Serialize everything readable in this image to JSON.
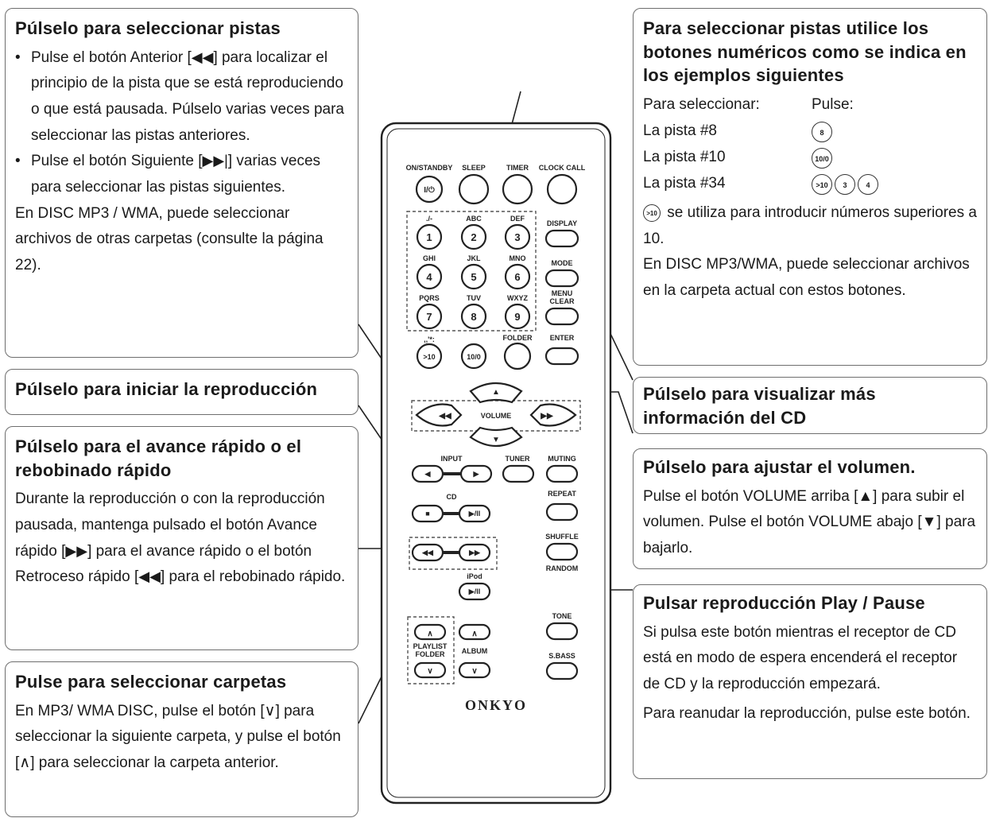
{
  "callouts": {
    "select_tracks": {
      "title": "Púlselo para seleccionar pistas",
      "bullet1_a": "Pulse el botón Anterior [",
      "bullet1_icon": "◀◀",
      "bullet1_b": "] para localizar el principio de la pista que se está reproduciendo o que está pausada. Púlselo varias veces para seleccionar las pistas anteriores.",
      "bullet2_a": "Pulse el botón Siguiente [",
      "bullet2_icon": "▶▶|",
      "bullet2_b": "] varias veces para seleccionar las pistas siguientes.",
      "note": "En DISC MP3 / WMA, puede seleccionar archivos de otras carpetas (consulte la página 22)."
    },
    "start_play": {
      "title": "Púlselo para iniciar la reproducción"
    },
    "fast_forward": {
      "title": "Púlselo para el avance rápido o el rebobinado rápido",
      "body_a": "Durante la reproducción o con la reproducción pausada, mantenga pulsado el botón Avance rápido [",
      "ff_icon": "▶▶",
      "body_b": "] para el avance rápido o el botón Retroceso rápido [",
      "rew_icon": "◀◀",
      "body_c": "] para el rebobinado rápido."
    },
    "select_folders": {
      "title": "Pulse para seleccionar carpetas",
      "body_a": "En MP3/ WMA DISC, pulse el botón [",
      "down_icon": "∨",
      "body_b": "] para seleccionar la siguiente carpeta, y pulse el botón [",
      "up_icon": "∧",
      "body_c": "] para seleccionar la carpeta anterior."
    },
    "numeric": {
      "title": "Para seleccionar pistas utilice los botones numéricos como se indica en los ejemplos siguientes",
      "col1_header": "Para seleccionar:",
      "col2_header": "Pulse:",
      "rows": [
        {
          "label": "La pista #8",
          "buttons": [
            "8"
          ]
        },
        {
          "label": "La pista #10",
          "buttons": [
            "10/0"
          ]
        },
        {
          "label": "La pista #34",
          "buttons": [
            ">10",
            "3",
            "4"
          ]
        }
      ],
      "note_icon": ">10",
      "note_a": "se utiliza para introducir números superiores a 10.",
      "note_b": "En DISC MP3/WMA, puede seleccionar archivos en la carpeta actual con estos botones."
    },
    "display": {
      "title": "Púlselo para visualizar más información del CD"
    },
    "volume": {
      "title": "Púlselo para ajustar el volumen.",
      "body_a": "Pulse el botón VOLUME arriba [",
      "up_icon": "▲",
      "body_b": "] para subir el volumen. Pulse el botón VOLUME abajo [",
      "down_icon": "▼",
      "body_c": "] para bajarlo."
    },
    "play_pause": {
      "title": "Pulsar reproducción Play / Pause",
      "body_a": "Si pulsa este botón mientras el receptor de CD está en modo de espera encenderá el receptor de CD y la reproducción empezará.",
      "body_b": "Para reanudar la reproducción, pulse este botón."
    }
  },
  "remote": {
    "brand": "ONKYO",
    "labels": {
      "on_standby": "ON/STANDBY",
      "sleep": "SLEEP",
      "timer": "TIMER",
      "clock_call": "CLOCK CALL",
      "power_symbol": "I/⏻",
      "abc": "ABC",
      "def": "DEF",
      "display": "DISPLAY",
      "ghi": "GHI",
      "jkl": "JKL",
      "mno": "MNO",
      "mode": "MODE",
      "pqrs": "PQRS",
      "tuv": "TUV",
      "wxyz": "WXYZ",
      "menu": "MENU",
      "clear": "CLEAR",
      "folder": "FOLDER",
      "enter": "ENTER",
      "volume": "VOLUME",
      "input": "INPUT",
      "tuner": "TUNER",
      "muting": "MUTING",
      "cd": "CD",
      "repeat": "REPEAT",
      "shuffle": "SHUFFLE",
      "random": "RANDOM",
      "ipod": "iPod",
      "tone": "TONE",
      "playlist": "PLAYLIST",
      "folder2": "FOLDER",
      "album": "ALBUM",
      "sbass": "S.BASS",
      "punct": "./-",
      "symbols": ",,'*:",
      "n1": "1",
      "n2": "2",
      "n3": "3",
      "n4": "4",
      "n5": "5",
      "n6": "6",
      "n7": "7",
      "n8": "8",
      "n9": "9",
      "gt10": ">10",
      "n100": "10/0",
      "prev": "◀◀",
      "next": "▶▶",
      "vol_up": "▲",
      "vol_down": "▼",
      "in_left": "◀",
      "in_right": "▶",
      "stop": "■",
      "play_pause": "▶/II",
      "rew": "◀◀",
      "ff": "▶▶",
      "ipod_play": "▶/II",
      "caret_up": "∧",
      "caret_down": "∨"
    }
  },
  "colors": {
    "stroke": "#222222",
    "frame": "#6e6e6e",
    "dash": "#555555"
  }
}
